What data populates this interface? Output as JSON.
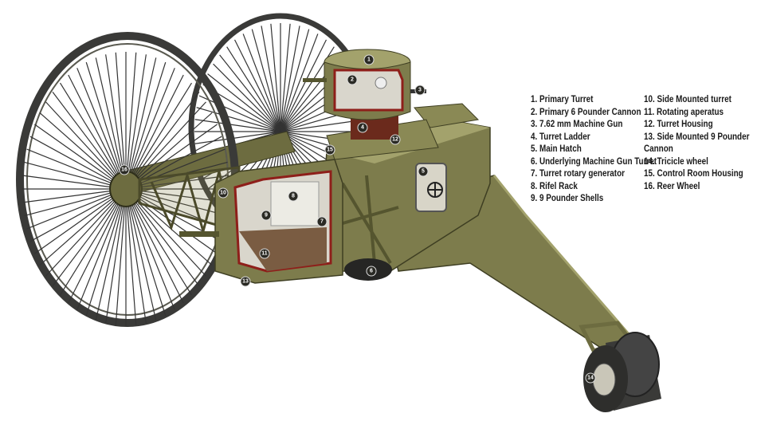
{
  "legend": {
    "column1": [
      "1. Primary Turret",
      "2. Primary 6 Pounder Cannon",
      "3. 7.62 mm Machine Gun",
      "4. Turret Ladder",
      "5. Main Hatch",
      "6. Underlying Machine Gun Turret",
      "7. Turret rotary generator",
      "8. Rifel Rack",
      "9. 9 Pounder Shells"
    ],
    "column2": [
      "10. Side Mounted turret",
      "11. Rotating aperatus",
      "12. Turret Housing",
      "13. Side Mounted 9 Pounder Cannon",
      "14. Tricicle wheel",
      "15. Control Room Housing",
      "16. Reer Wheel"
    ]
  },
  "callouts": [
    "1",
    "2",
    "3",
    "4",
    "5",
    "6",
    "7",
    "8",
    "9",
    "10",
    "11",
    "12",
    "13",
    "14",
    "15",
    "16"
  ],
  "colors": {
    "olive": "#7d7c4c",
    "olive_dark": "#55552f",
    "olive_light": "#a3a26c",
    "interior": "#d9d6cc",
    "red_trim": "#8e1f1a",
    "tire": "#3a3a38"
  }
}
